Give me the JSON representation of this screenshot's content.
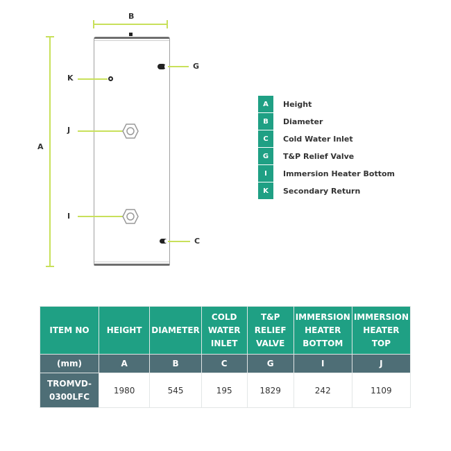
{
  "diagram": {
    "dimension_labels": {
      "A": "A",
      "B": "B"
    },
    "connections": [
      {
        "key": "K",
        "label": "K"
      },
      {
        "key": "G",
        "label": "G"
      },
      {
        "key": "J",
        "label": "J"
      },
      {
        "key": "I",
        "label": "I"
      },
      {
        "key": "C",
        "label": "C"
      }
    ],
    "colors": {
      "leader_line": "#c8e05a",
      "tank_outline": "#9a9a9a",
      "accent": "#1fa084",
      "subheader": "#4e6e76"
    }
  },
  "legend": [
    {
      "key": "A",
      "label": "Height"
    },
    {
      "key": "B",
      "label": "Diameter"
    },
    {
      "key": "C",
      "label": "Cold Water Inlet"
    },
    {
      "key": "G",
      "label": "T&P Relief Valve"
    },
    {
      "key": "I",
      "label": "Immersion Heater Bottom"
    },
    {
      "key": "K",
      "label": "Secondary Return"
    }
  ],
  "table": {
    "headers": [
      "ITEM NO",
      "HEIGHT",
      "DIAMETER",
      "COLD WATER INLET",
      "T&P RELIEF VALVE",
      "IMMERSION HEATER BOTTOM",
      "IMMERSION HEATER TOP"
    ],
    "subheaders": [
      "(mm)",
      "A",
      "B",
      "C",
      "G",
      "I",
      "J"
    ],
    "rows": [
      [
        "TROMVD-0300LFC",
        "1980",
        "545",
        "195",
        "1829",
        "242",
        "1109"
      ]
    ]
  }
}
